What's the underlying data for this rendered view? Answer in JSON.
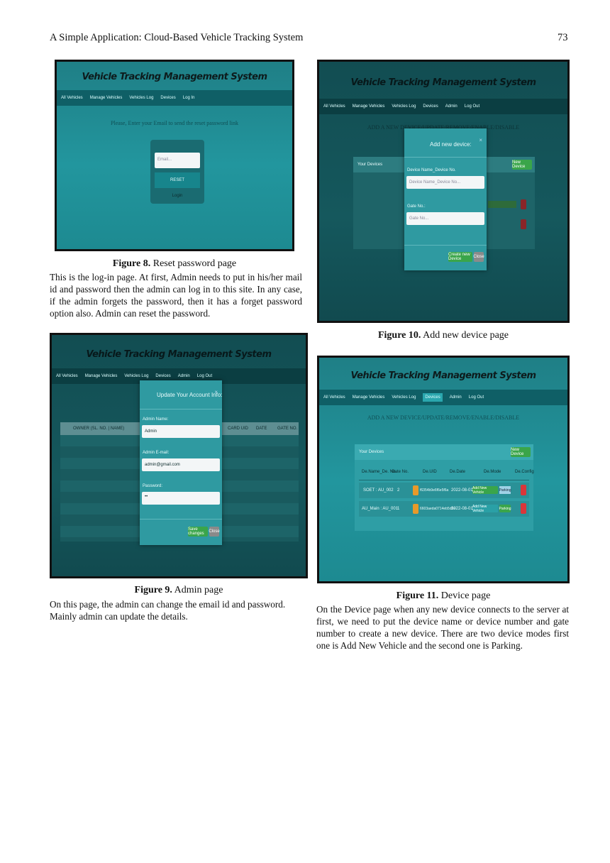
{
  "header": {
    "running_title": "A Simple Application: Cloud-Based Vehicle Tracking System",
    "page_number": "73"
  },
  "app": {
    "title": "Vehicle Tracking Management System",
    "nav_fig8": [
      "All Vehicles",
      "Manage Vehicles",
      "Vehicles Log",
      "Devices",
      "Log In"
    ],
    "nav_full": [
      "All Vehicles",
      "Manage Vehicles",
      "Vehicles Log",
      "Devices",
      "Admin",
      "Log Out"
    ]
  },
  "fig8": {
    "prompt": "Please, Enter your Email to send the reset password link",
    "email_placeholder": "Email...",
    "reset_button": "RESET",
    "login_link": "Login",
    "caption_label": "Figure 8.",
    "caption_text": "Reset password page",
    "paragraph": "This is the log-in page. At first, Admin needs to put in his/her mail id and password then the admin can log in to this site. In any case, if the admin forgets the password, then it has a forget password option also. Admin can reset the password."
  },
  "fig9": {
    "modal_title": "Update Your Account Info:",
    "close_x": "×",
    "name_label": "Admin Name:",
    "name_value": "Admin",
    "email_label": "Admin E-mail:",
    "email_value": "admin@gmail.com",
    "password_label": "Password:",
    "password_value": "••",
    "save_button": "Save changes",
    "close_button": "Close",
    "columns": [
      "OWNER (SL. NO. | NAME)",
      "CARD UID",
      "DATE",
      "GATE NO."
    ],
    "caption_label": "Figure 9.",
    "caption_text": "Admin page",
    "paragraph": "On this page, the admin can change the email id and password. Mainly admin can update the details."
  },
  "fig10": {
    "heading": "ADD A NEW DEVICE/UPDATE/REMOVE/ENABLE/DISABLE",
    "modal_title": "Add new device:",
    "close_x": "×",
    "name_label": "Device Name_Device No.",
    "name_placeholder": "Device Name_Device No...",
    "gate_label": "Gate No.:",
    "gate_placeholder": "Gate No...",
    "create_button": "Create new Device",
    "close_button": "Close",
    "your_devices": "Your Devices",
    "new_device": "New Device",
    "caption_label": "Figure 10.",
    "caption_text": "Add new device page"
  },
  "fig11": {
    "heading": "ADD A NEW DEVICE/UPDATE/REMOVE/ENABLE/DISABLE",
    "your_devices": "Your Devices",
    "new_device": "New Device",
    "columns": [
      "De.Name_De. No.",
      "Gate No.",
      "De.UID",
      "De.Date",
      "De.Mode",
      "De.Config"
    ],
    "rows": [
      {
        "name": "SOET : AU_002",
        "gate": "2",
        "uid": "f6354b9e6f6e5f6a",
        "date": "2022-08-01",
        "mode_a": "Add New Vehicle",
        "mode_b": "Parking"
      },
      {
        "name": "AU_Main : AU_001",
        "gate": "1",
        "uid": "6603aeda0714eb5d5e",
        "date": "2022-08-01",
        "mode_a": "Add New Vehicle",
        "mode_b": "Parking"
      }
    ],
    "caption_label": "Figure 11.",
    "caption_text": "Device page",
    "paragraph": "On the Device page when any new device connects to the server at first, we need to put the device name or device number and gate number to create a new device. There are two device modes first one is Add New Vehicle and the second one is Parking."
  }
}
